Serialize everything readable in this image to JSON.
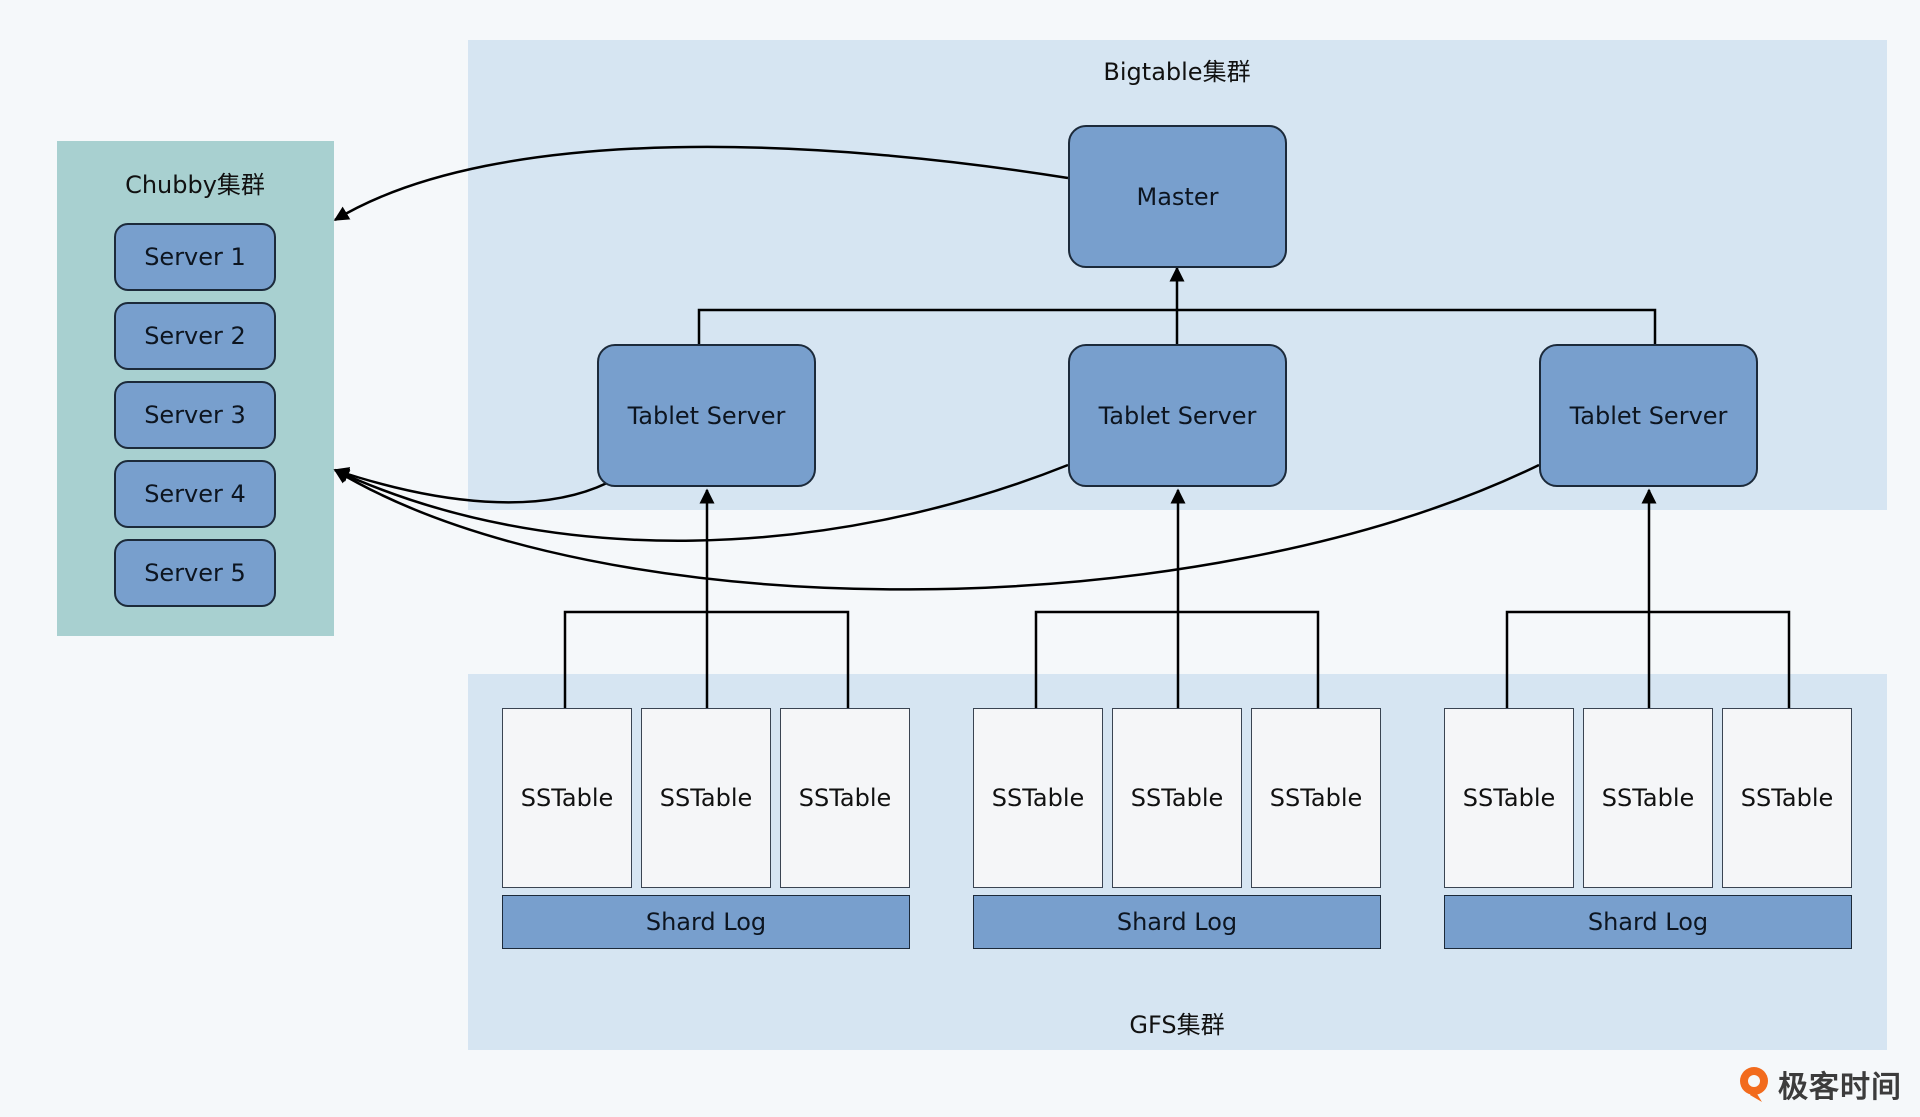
{
  "regions": {
    "bigtable": "Bigtable集群",
    "gfs": "GFS集群",
    "chubby": "Chubby集群"
  },
  "chubby_servers": [
    "Server 1",
    "Server 2",
    "Server 3",
    "Server 4",
    "Server 5"
  ],
  "master": "Master",
  "tablet_servers": [
    "Tablet Server",
    "Tablet Server",
    "Tablet Server"
  ],
  "sstables": [
    "SSTable",
    "SSTable",
    "SSTable",
    "SSTable",
    "SSTable",
    "SSTable",
    "SSTable",
    "SSTable",
    "SSTable"
  ],
  "shard_logs": [
    "Shard Log",
    "Shard Log",
    "Shard Log"
  ],
  "watermark": "极客时间",
  "colors": {
    "region_fill": "#d6e5f2",
    "chubby_fill": "#a8d0d0",
    "node_fill": "#789fcd",
    "logo_orange": "#f26b1d"
  }
}
